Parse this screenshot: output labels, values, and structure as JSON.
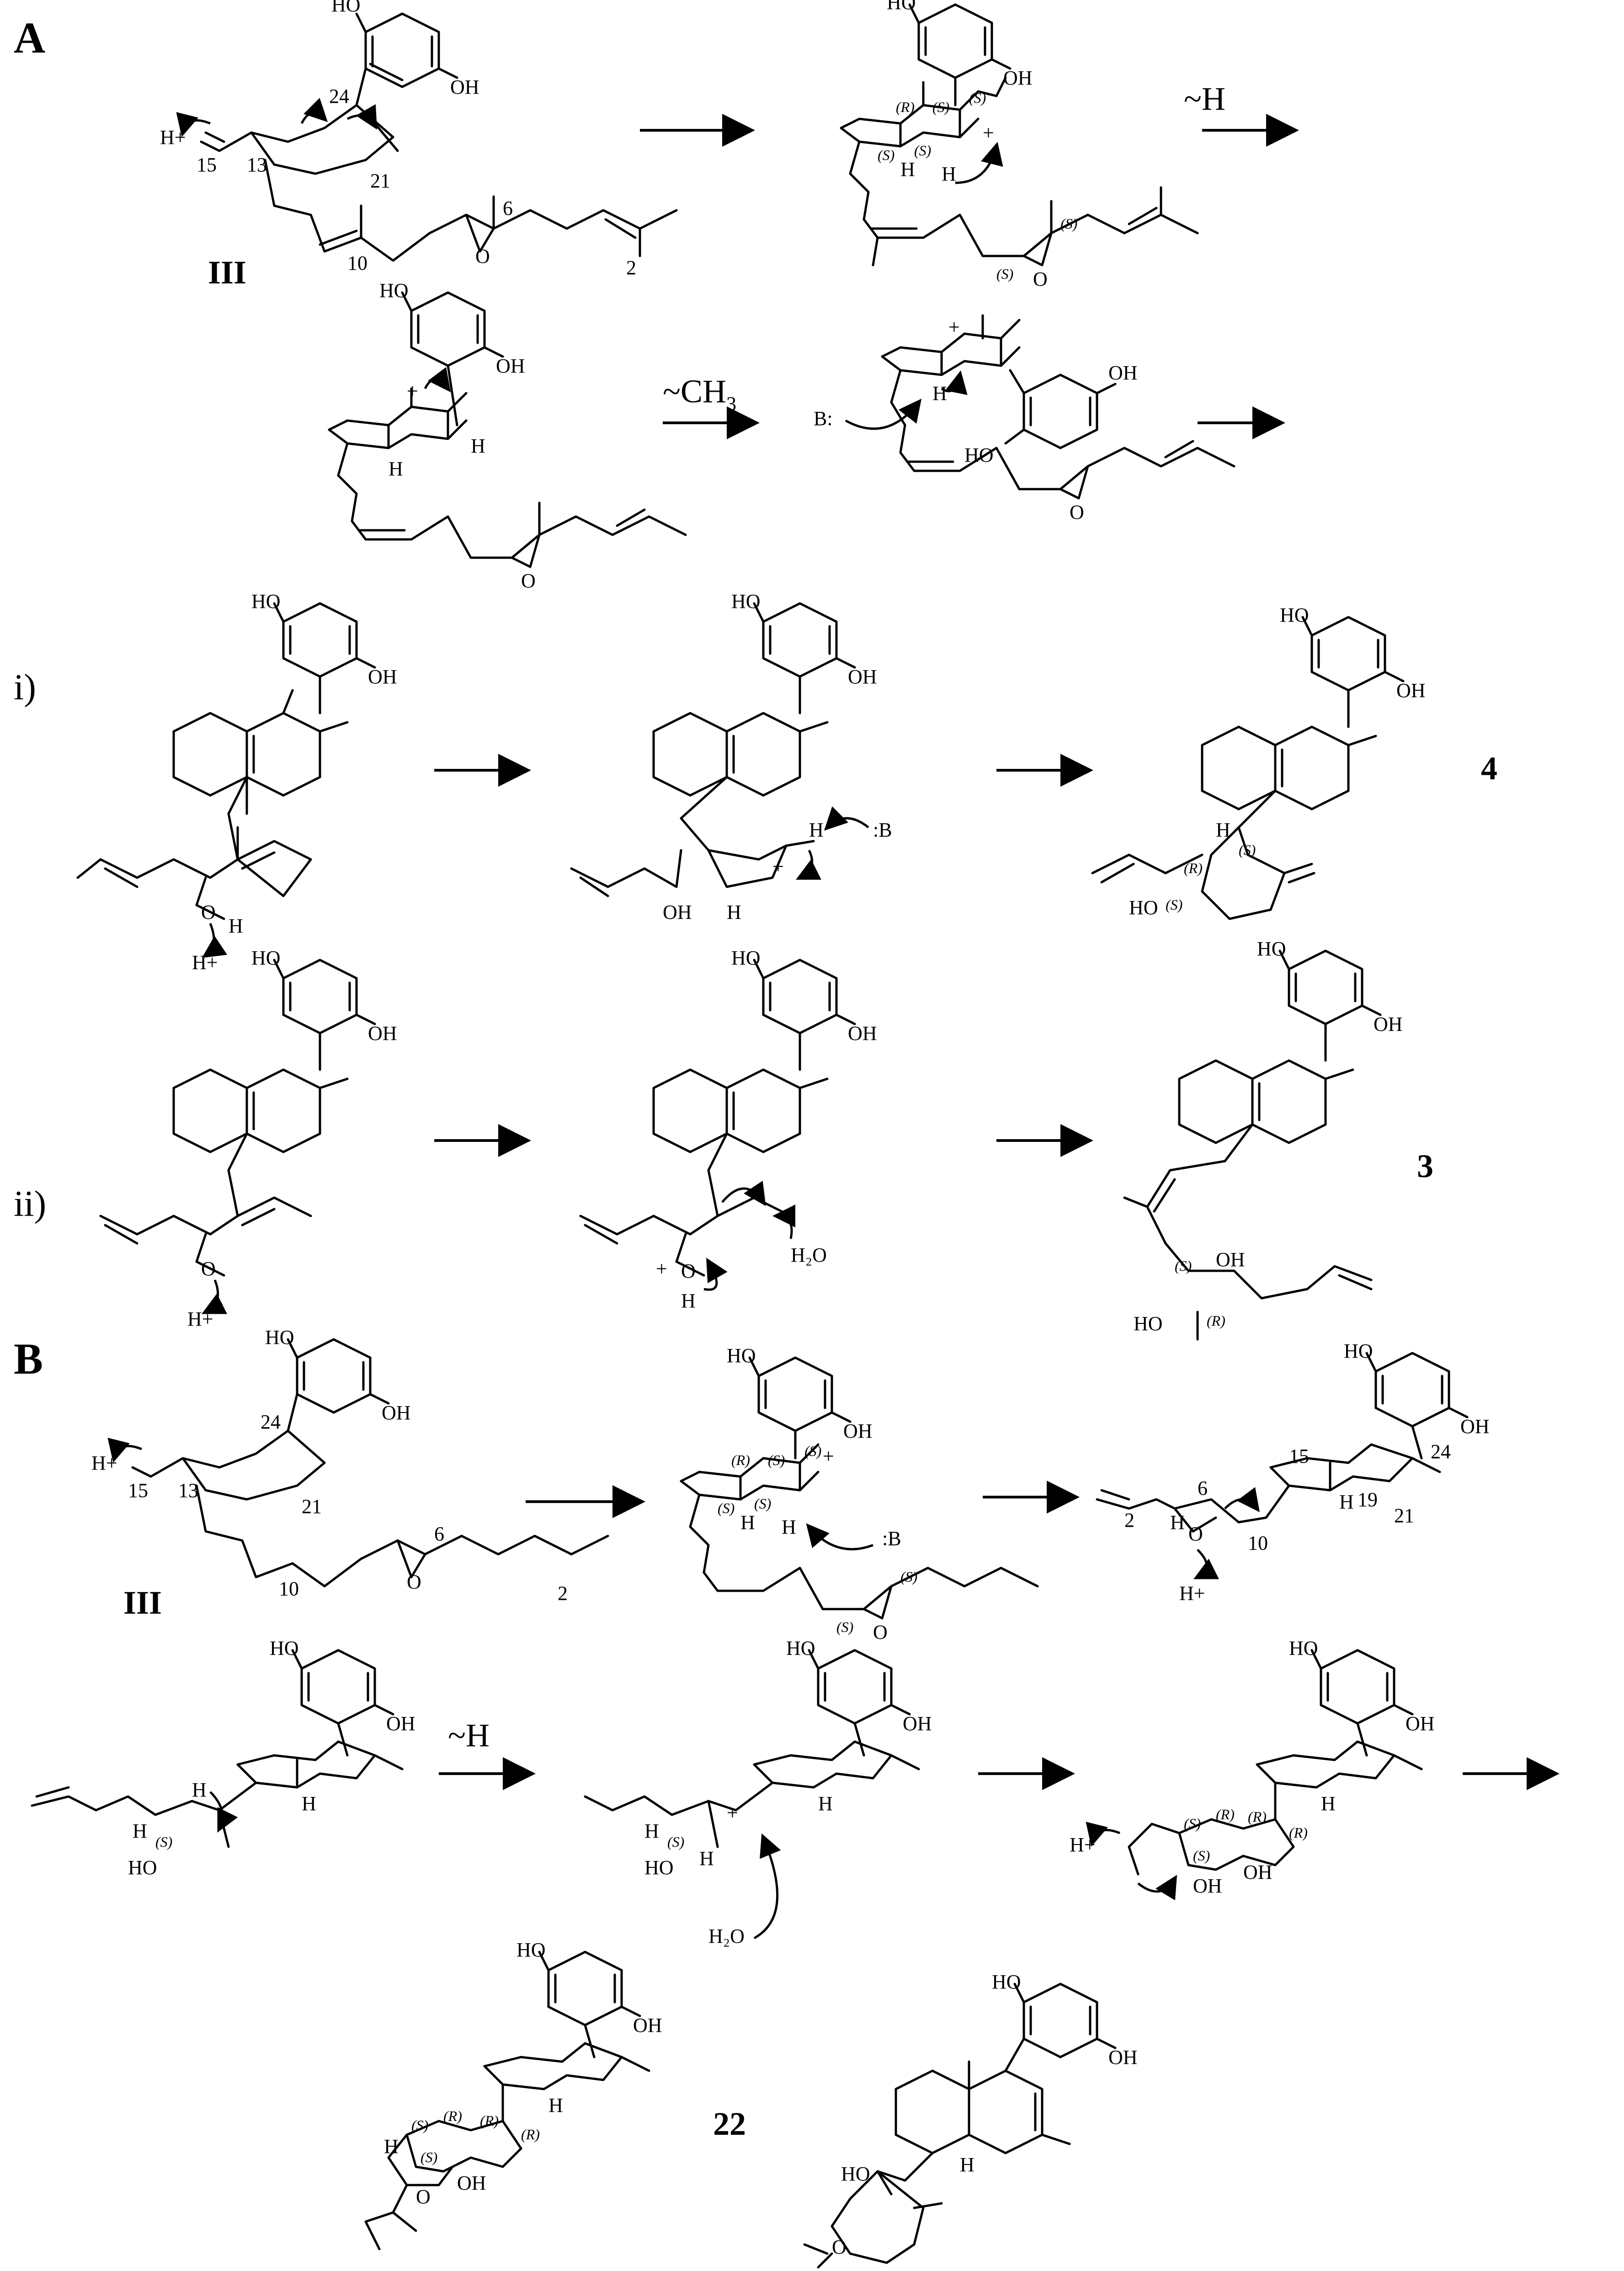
{
  "panels": [
    {
      "label": "A"
    },
    {
      "label": "B"
    }
  ],
  "branch_labels": [
    "i)",
    "ii)"
  ],
  "compounds": {
    "start": "III",
    "c4": "4",
    "c3": "3",
    "c22": "22"
  },
  "conditions": {
    "hydride_shift": "~H",
    "methyl_shift": "~CH",
    "methyl_sub": "3"
  },
  "atoms": {
    "HO": "HO",
    "OH": "OH",
    "O": "O",
    "H": "H",
    "Hplus": "H+",
    "plus": "+",
    "base": "B:",
    "base_r": ":B",
    "water": "H₂O"
  },
  "stereo": {
    "R": "(R)",
    "S": "(S)"
  },
  "numbering": {
    "n2": "2",
    "n6": "6",
    "n10": "10",
    "n13": "13",
    "n15": "15",
    "n19": "19",
    "n21": "21",
    "n24": "24"
  }
}
